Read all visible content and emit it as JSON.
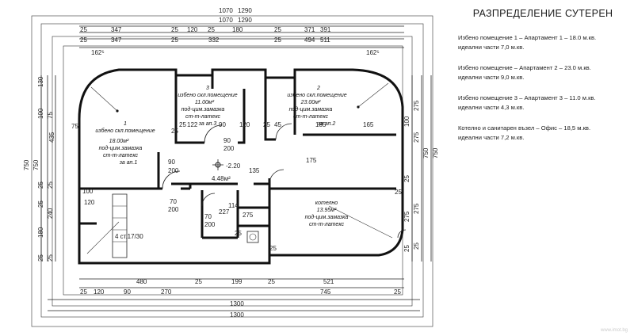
{
  "legend": {
    "title": "РАЗПРЕДЕЛЕНИЕ СУТЕРЕН",
    "entries": [
      {
        "line1": "Избено помещение 1 – Апартамент 1 – 18.0 м.кв.",
        "line2": "идеални части 7,0 м.кв."
      },
      {
        "line1": "Избено помещение  – Апартамент  2 – 23.0 м.кв.",
        "line2": "идеални части 9,0 м.кв."
      },
      {
        "line1": "Избено помещение 3 – Апартамент 3 – 11.0 м.кв.",
        "line2": "идеални части 4,3 м.кв."
      },
      {
        "line1": "Котелно и санитарен възел – Офис – 18,5 м.кв.",
        "line2": "идеални части 7,2 м.кв."
      }
    ]
  },
  "plan": {
    "rooms": {
      "room1": {
        "num": "1",
        "l1": "избено скл.помещение",
        "l2": "18.00м²",
        "l3": "под-цим.замазка",
        "l4": "ст-т-латекс",
        "l5": "за ап.1"
      },
      "room2": {
        "num": "2",
        "l1": "избено скл.помещение",
        "l2": "23.00м²",
        "l3": "под-цим.замазка",
        "l4": "ст-т-латекс",
        "l5": "за ап.2"
      },
      "room3": {
        "num": "3",
        "l1": "избено скл.помещение",
        "l2": "11.00м²",
        "l3": "под-цим.замазка",
        "l4": "ст-т-латекс",
        "l5": "за ап.3"
      },
      "boiler": {
        "l1": "котелно",
        "l2": "13.95м²",
        "l3": "под-цим.замазка",
        "l4": "ст-т-латекс"
      },
      "hall": {
        "level": "-2.20",
        "area": "4.48м²"
      },
      "stair": {
        "label": "4 ст.17/30"
      }
    },
    "dims_top": {
      "d1": "1070",
      "d1b": "1290",
      "d2": "1070",
      "d2b": "1290",
      "r3": [
        "25",
        "347",
        "25",
        "120",
        "25",
        "180",
        "25",
        "371",
        "391"
      ],
      "r4": [
        "25",
        "347",
        "25",
        "332",
        "25",
        "494",
        "511"
      ],
      "r5": [
        "162⁵",
        "162⁵"
      ]
    },
    "dims_bottom": {
      "r1": [
        "480",
        "25",
        "199",
        "25",
        "521"
      ],
      "r2": [
        "25",
        "120",
        "90",
        "270",
        "745",
        "25"
      ],
      "t1": "1300",
      "t2": "1300"
    },
    "dims_left": [
      "130",
      "100",
      "75",
      "435",
      "750",
      "750",
      "25",
      "25",
      "240",
      "25",
      "180",
      "25",
      "25"
    ],
    "dims_right": [
      "275",
      "100",
      "275",
      "750",
      "750",
      "25",
      "275",
      "275",
      "25",
      "25"
    ],
    "dims_inner": [
      "75",
      "25",
      "122",
      "90",
      "120",
      "25",
      "45",
      "185",
      "165",
      "25",
      "90",
      "200",
      "90",
      "200",
      "135",
      "175",
      "70",
      "200",
      "70",
      "200",
      "227",
      "114",
      "25",
      "275",
      "120",
      "100",
      "25",
      "25"
    ],
    "watermark": "www.imot.bg"
  }
}
